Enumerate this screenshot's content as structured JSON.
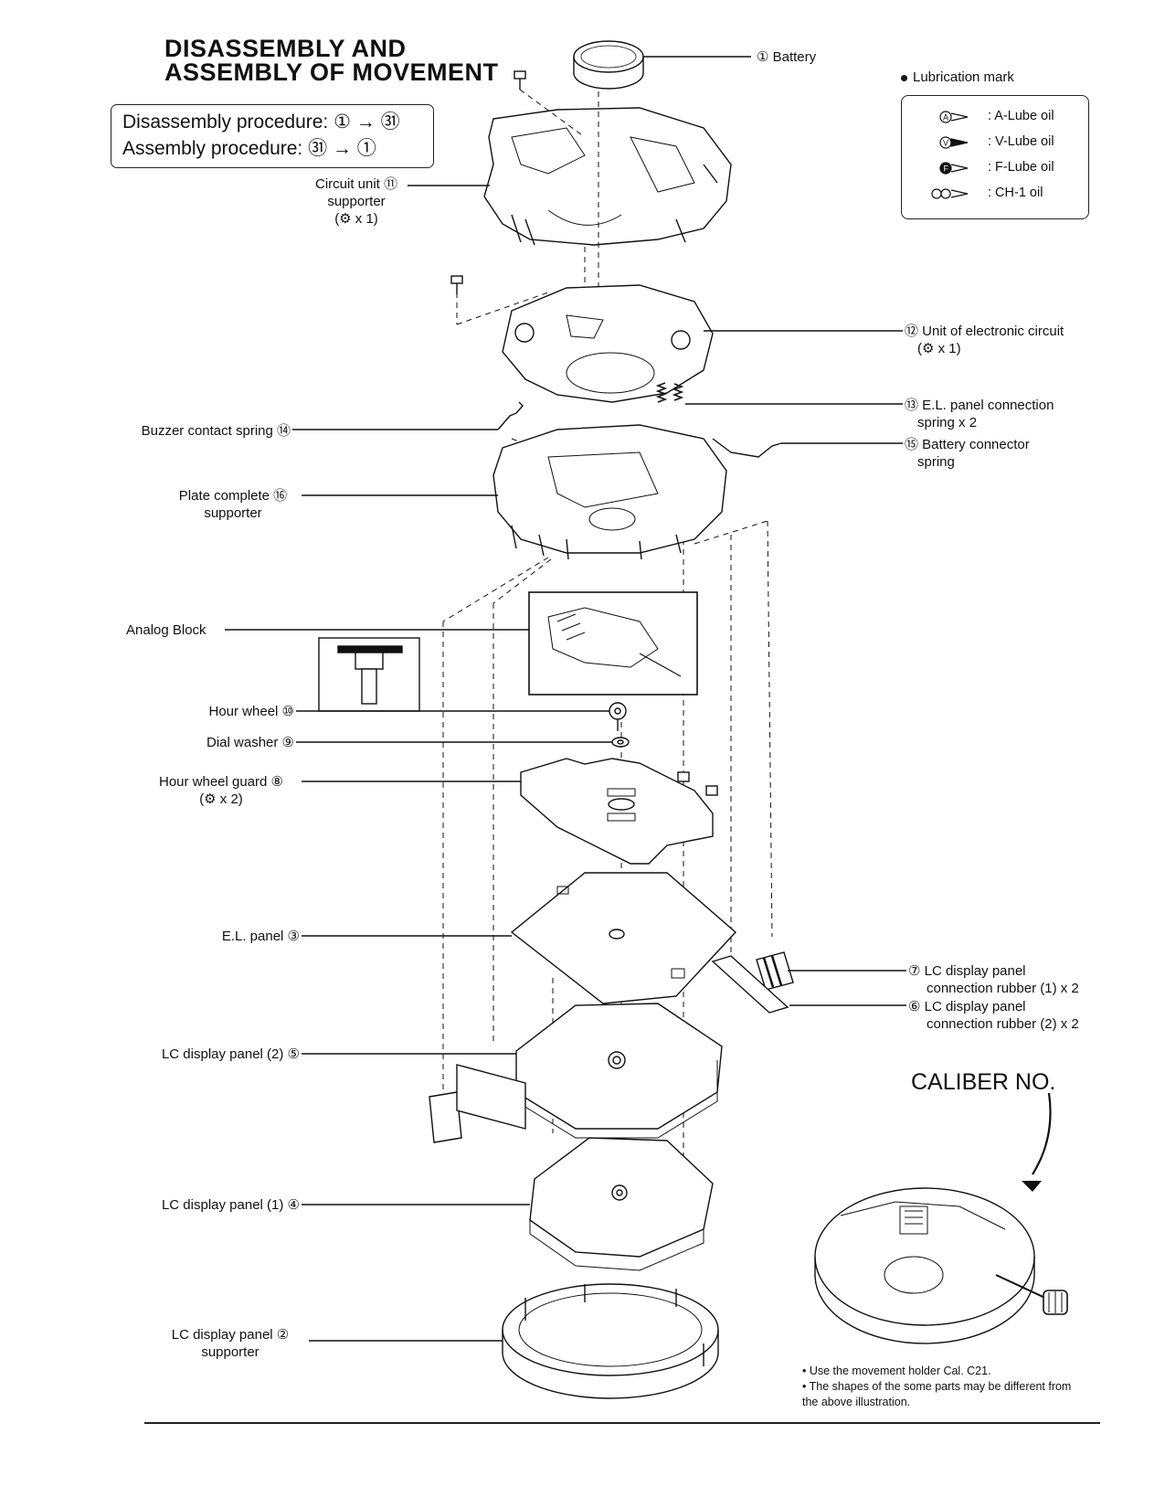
{
  "title": {
    "line1": "DISASSEMBLY AND",
    "line2": "ASSEMBLY OF MOVEMENT"
  },
  "procedure": {
    "disassembly": "Disassembly procedure: ① → ㉛",
    "assembly": "Assembly procedure: ㉛ → ①"
  },
  "lubrication": {
    "title": "Lubrication mark",
    "items": [
      {
        "symbol": "A-oil-icon",
        "label": ": A-Lube oil"
      },
      {
        "symbol": "V-oil-icon",
        "label": ": V-Lube oil"
      },
      {
        "symbol": "F-oil-icon",
        "label": ": F-Lube oil"
      },
      {
        "symbol": "CH1-oil-icon",
        "label": ": CH-1 oil"
      }
    ]
  },
  "parts": {
    "battery": "① Battery",
    "circuit_unit_supporter": {
      "l1": "Circuit unit ⑪",
      "l2": "supporter",
      "l3": "(⚙ x 1)"
    },
    "electronic_circuit": {
      "l1": "⑫ Unit of electronic circuit",
      "l2": "(⚙ x 1)"
    },
    "el_spring": {
      "l1": "⑬ E.L. panel connection",
      "l2": "spring  x 2"
    },
    "buzzer_spring": "Buzzer contact spring ⑭",
    "battery_spring": {
      "l1": "⑮ Battery connector",
      "l2": "spring"
    },
    "plate_complete": {
      "l1": "Plate complete ⑯",
      "l2": "supporter"
    },
    "analog_block": "Analog  Block",
    "hour_wheel": "Hour wheel ⑩",
    "dial_washer": "Dial washer ⑨",
    "hour_wheel_guard": {
      "l1": "Hour wheel guard ⑧",
      "l2": "(⚙ x 2)"
    },
    "el_panel": "E.L. panel ③",
    "rubber1": {
      "l1": "⑦ LC display panel",
      "l2": "connection rubber (1) x 2"
    },
    "rubber2": {
      "l1": "⑥ LC display panel",
      "l2": "connection rubber (2) x 2"
    },
    "lc_panel2": "LC display panel (2) ⑤",
    "lc_panel1": "LC display panel (1) ④",
    "lc_supporter": {
      "l1": "LC display panel ②",
      "l2": "supporter"
    }
  },
  "caliber": "CALIBER NO.",
  "notes": [
    "• Use the movement holder Cal. C21.",
    "• The shapes of the some parts may be different from",
    "   the above illustration."
  ]
}
